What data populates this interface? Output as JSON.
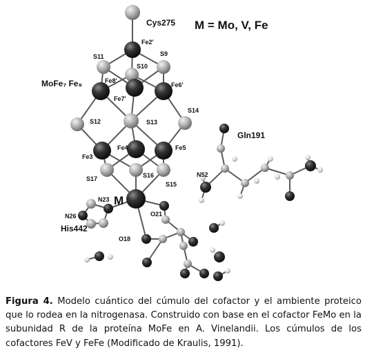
{
  "header": {
    "metal_legend": "M = Mo, V, Fe"
  },
  "labels": {
    "cys": "Cys275",
    "fe2": "Fe2'",
    "s11": "S11",
    "s9": "S9",
    "s10": "S10",
    "mofe_cluster": "MoFe₇ Fe₉",
    "fe8": "Fe8'",
    "fe6": "Fe6'",
    "fe7": "Fe7'",
    "s12": "S12",
    "s13": "S13",
    "s14": "S14",
    "gln": "Gln191",
    "fe3": "Fe3",
    "fe4": "Fe4",
    "fe5": "Fe5",
    "n52": "N52",
    "s17": "S17",
    "s16": "S16",
    "s15": "S15",
    "m": "M",
    "n23": "N23",
    "n26": "N26",
    "o21": "O21",
    "his": "His442",
    "o18": "O18"
  },
  "caption": {
    "label": "Figura 4.",
    "text": " Modelo cuántico del cúmulo del cofactor y el ambiente proteico que lo rodea en la nitrogenasa. Construido con base en el cofactor FeMo en la subunidad R de la proteína MoFe en A. Vinelandii. Los cúmulos de los cofactores FeV y FeFe (Modificado de Kraulis, 1991)."
  },
  "colors": {
    "dark_atom": "#2b2b2b",
    "light_atom": "#b4b4b4",
    "bond": "#555555"
  }
}
